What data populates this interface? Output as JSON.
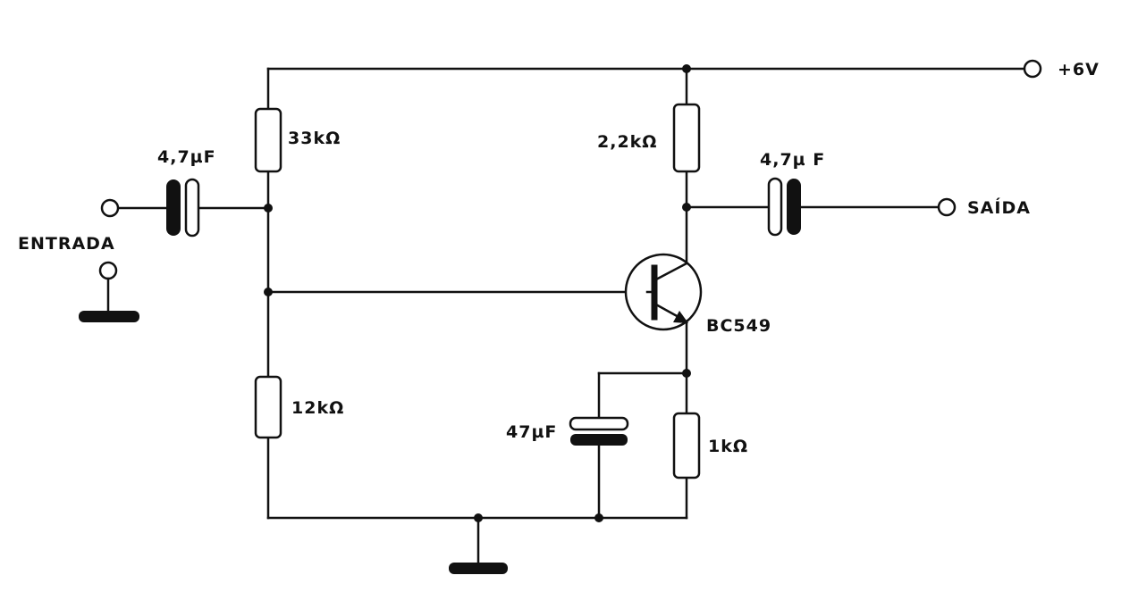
{
  "labels": {
    "supply": "+6V",
    "input": "ENTRADA",
    "output": "SAÍDA",
    "r_top_left": "33kΩ",
    "r_bottom_left": "12kΩ",
    "r_collector": "2,2kΩ",
    "r_emitter": "1kΩ",
    "c_input": "4,7µF",
    "c_output": "4,7µ F",
    "c_emitter": "47µF",
    "transistor": "BC549"
  }
}
